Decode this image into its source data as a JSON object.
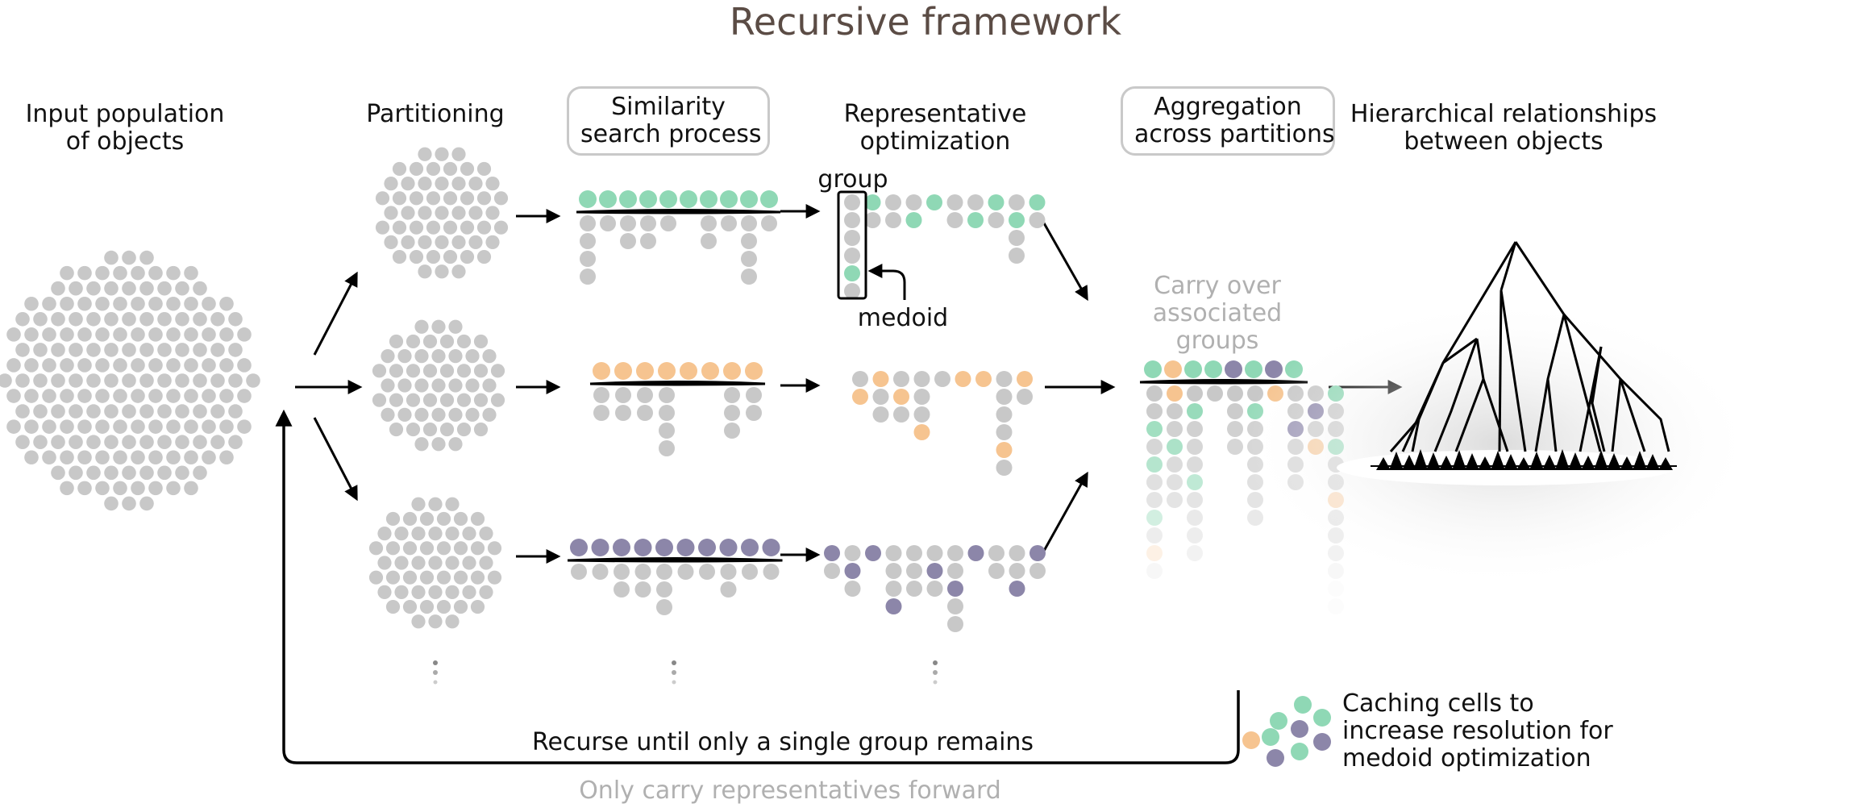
{
  "title": "Recursive framework",
  "headers": {
    "input": [
      "Input population",
      "of objects"
    ],
    "partitioning": [
      "Partitioning"
    ],
    "similarity": [
      "Similarity",
      "search process"
    ],
    "representative": [
      "Representative",
      "optimization"
    ],
    "aggregation": [
      "Aggregation",
      "across partitions"
    ],
    "hierarchical": [
      "Hierarchical relationships",
      "between objects"
    ]
  },
  "annotations": {
    "group": "group",
    "medoid": "medoid",
    "carry_over": [
      "Carry over",
      "associated",
      "groups"
    ]
  },
  "recurse_label": "Recurse until only a single group remains",
  "carry_forward_label": "Only carry representatives forward",
  "legend_text": [
    "Caching cells to",
    "increase resolution for",
    "medoid optimization"
  ],
  "colors": {
    "grey_dot": "#c8c8c8",
    "green": "#8fd8b5",
    "orange": "#f6c490",
    "purple": "#8c86a9",
    "title": "#5b4c45"
  }
}
